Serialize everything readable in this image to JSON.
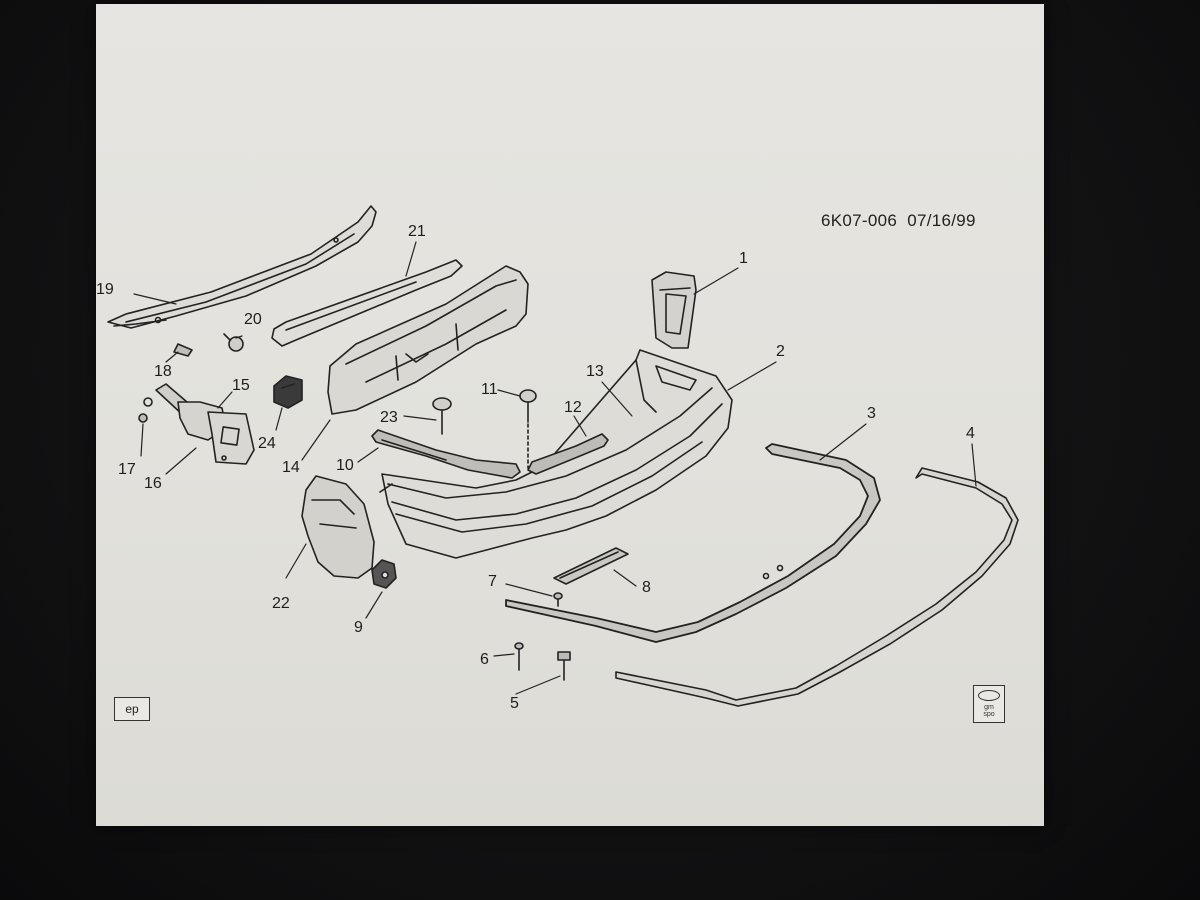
{
  "drawing": {
    "code": "6K07-006",
    "date": "07/16/99",
    "ep_label": "ep",
    "logo_text": [
      "gm",
      "spo"
    ]
  },
  "callouts": [
    {
      "id": "c1",
      "text": "1"
    },
    {
      "id": "c2",
      "text": "2"
    },
    {
      "id": "c3",
      "text": "3"
    },
    {
      "id": "c4",
      "text": "4"
    },
    {
      "id": "c5",
      "text": "5"
    },
    {
      "id": "c6",
      "text": "6"
    },
    {
      "id": "c7",
      "text": "7"
    },
    {
      "id": "c8",
      "text": "8"
    },
    {
      "id": "c9",
      "text": "9"
    },
    {
      "id": "c10",
      "text": "10"
    },
    {
      "id": "c11",
      "text": "11"
    },
    {
      "id": "c12",
      "text": "12"
    },
    {
      "id": "c13",
      "text": "13"
    },
    {
      "id": "c14",
      "text": "14"
    },
    {
      "id": "c15",
      "text": "15"
    },
    {
      "id": "c16",
      "text": "16"
    },
    {
      "id": "c17",
      "text": "17"
    },
    {
      "id": "c18",
      "text": "18"
    },
    {
      "id": "c19",
      "text": "19"
    },
    {
      "id": "c20",
      "text": "20"
    },
    {
      "id": "c21",
      "text": "21"
    },
    {
      "id": "c22",
      "text": "22"
    },
    {
      "id": "c23",
      "text": "23"
    },
    {
      "id": "c24",
      "text": "24"
    }
  ]
}
